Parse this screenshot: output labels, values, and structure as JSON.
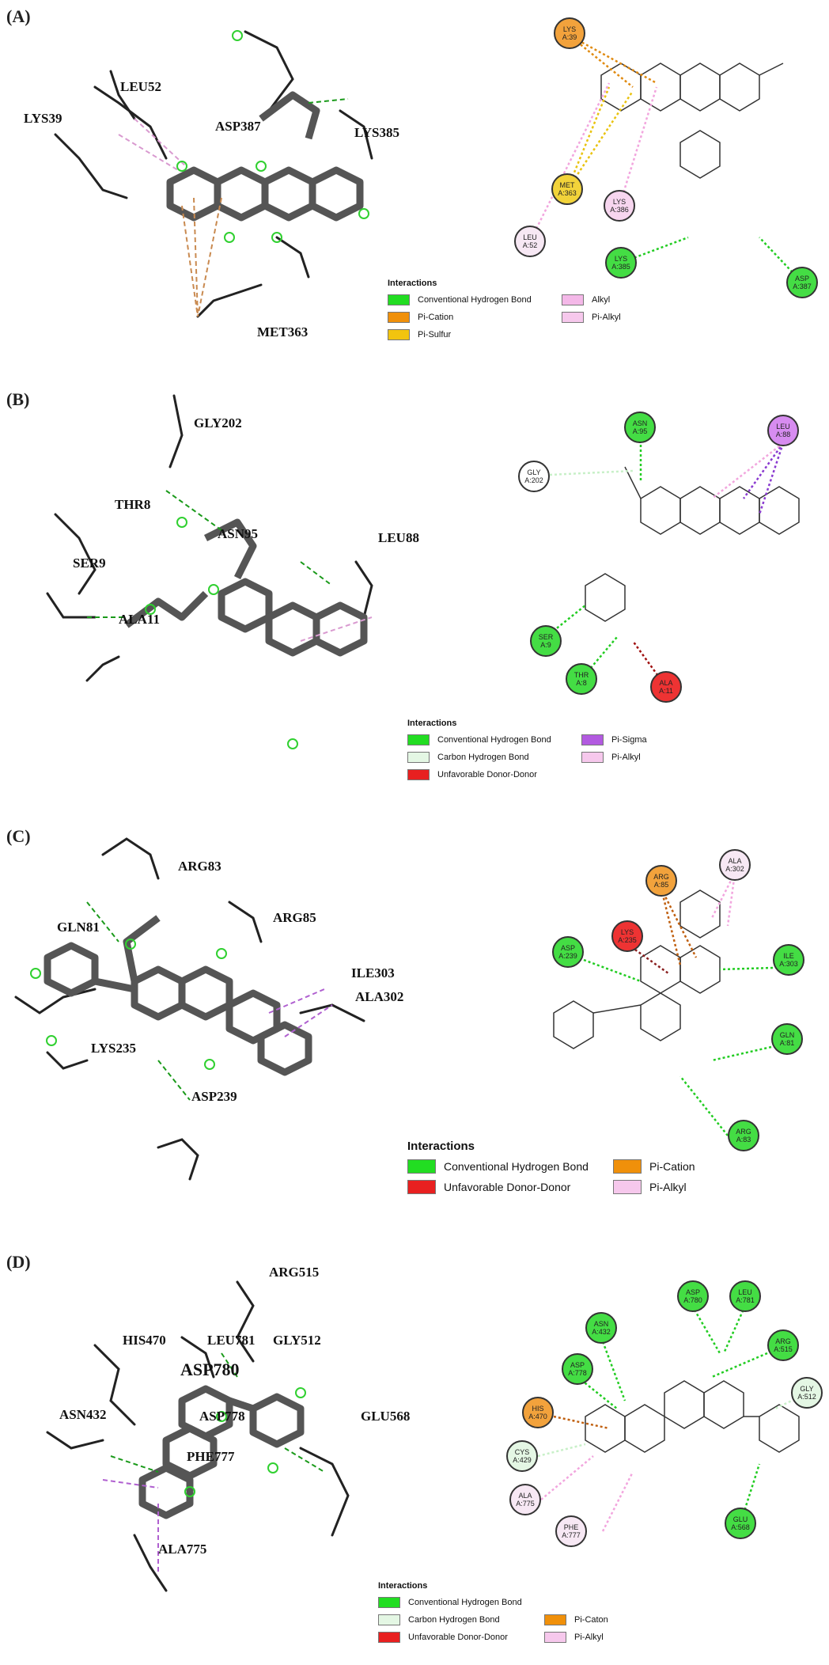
{
  "colors": {
    "conventional_hbond": "#22dd22",
    "carbon_hbond": "#e4f7e4",
    "pi_cation": "#f0900a",
    "pi_sulfur": "#f2c40f",
    "alkyl": "#f4b8e8",
    "pi_alkyl": "#f6c8ec",
    "pi_sigma": "#b25ae0",
    "unfavorable": "#e82020"
  },
  "panels": [
    {
      "label": "(A)",
      "labels_3d": [
        "LEU52",
        "LYS39",
        "ASP387",
        "LYS385",
        "MET363"
      ],
      "residues_2d": [
        {
          "name": "LYS",
          "chain": "A:39"
        },
        {
          "name": "MET",
          "chain": "A:363"
        },
        {
          "name": "LYS",
          "chain": "A:386"
        },
        {
          "name": "LEU",
          "chain": "A:52"
        },
        {
          "name": "LYS",
          "chain": "A:385"
        },
        {
          "name": "ASP",
          "chain": "A:387"
        }
      ],
      "legend_title": "Interactions",
      "legend": [
        "Conventional Hydrogen Bond",
        "Alkyl",
        "Pi-Cation",
        "Pi-Alkyl",
        "Pi-Sulfur"
      ]
    },
    {
      "label": "(B)",
      "labels_3d": [
        "GLY202",
        "THR8",
        "SER9",
        "ASN95",
        "LEU88",
        "ALA11"
      ],
      "residues_2d": [
        {
          "name": "ASN",
          "chain": "A:95"
        },
        {
          "name": "LEU",
          "chain": "A:88"
        },
        {
          "name": "GLY",
          "chain": "A:202"
        },
        {
          "name": "SER",
          "chain": "A:9"
        },
        {
          "name": "THR",
          "chain": "A:8"
        },
        {
          "name": "ALA",
          "chain": "A:11"
        }
      ],
      "legend_title": "Interactions",
      "legend": [
        "Conventional Hydrogen Bond",
        "Pi-Sigma",
        "Carbon Hydrogen Bond",
        "Pi-Alkyl",
        "Unfavorable Donor-Donor"
      ]
    },
    {
      "label": "(C)",
      "labels_3d": [
        "ARG83",
        "GLN81",
        "ARG85",
        "ILE303",
        "ALA302",
        "LYS235",
        "ASP239"
      ],
      "residues_2d": [
        {
          "name": "ALA",
          "chain": "A:302"
        },
        {
          "name": "ARG",
          "chain": "A:85"
        },
        {
          "name": "LYS",
          "chain": "A:235"
        },
        {
          "name": "ASP",
          "chain": "A:239"
        },
        {
          "name": "ILE",
          "chain": "A:303"
        },
        {
          "name": "GLN",
          "chain": "A:81"
        },
        {
          "name": "ARG",
          "chain": "A:83"
        }
      ],
      "legend_title": "Interactions",
      "legend": [
        "Conventional Hydrogen Bond",
        "Pi-Cation",
        "Unfavorable Donor-Donor",
        "Pi-Alkyl"
      ]
    },
    {
      "label": "(D)",
      "labels_3d": [
        "ARG515",
        "HIS470",
        "LEU781",
        "GLY512",
        "ASP780",
        "ASN432",
        "ASP778",
        "GLU568",
        "PHE777",
        "ALA775"
      ],
      "residues_2d": [
        {
          "name": "ASP",
          "chain": "A:780"
        },
        {
          "name": "LEU",
          "chain": "A:781"
        },
        {
          "name": "ASN",
          "chain": "A:432"
        },
        {
          "name": "ARG",
          "chain": "A:515"
        },
        {
          "name": "ASP",
          "chain": "A:778"
        },
        {
          "name": "GLY",
          "chain": "A:512"
        },
        {
          "name": "HIS",
          "chain": "A:470"
        },
        {
          "name": "CYS",
          "chain": "A:429"
        },
        {
          "name": "ALA",
          "chain": "A:775"
        },
        {
          "name": "PHE",
          "chain": "A:777"
        },
        {
          "name": "GLU",
          "chain": "A:568"
        }
      ],
      "legend_title": "Interactions",
      "legend": [
        "Conventional Hydrogen Bond",
        "Carbon Hydrogen Bond",
        "Pi-Caton",
        "Unfavorable Donor-Donor",
        "Pi-Alkyl"
      ]
    }
  ]
}
